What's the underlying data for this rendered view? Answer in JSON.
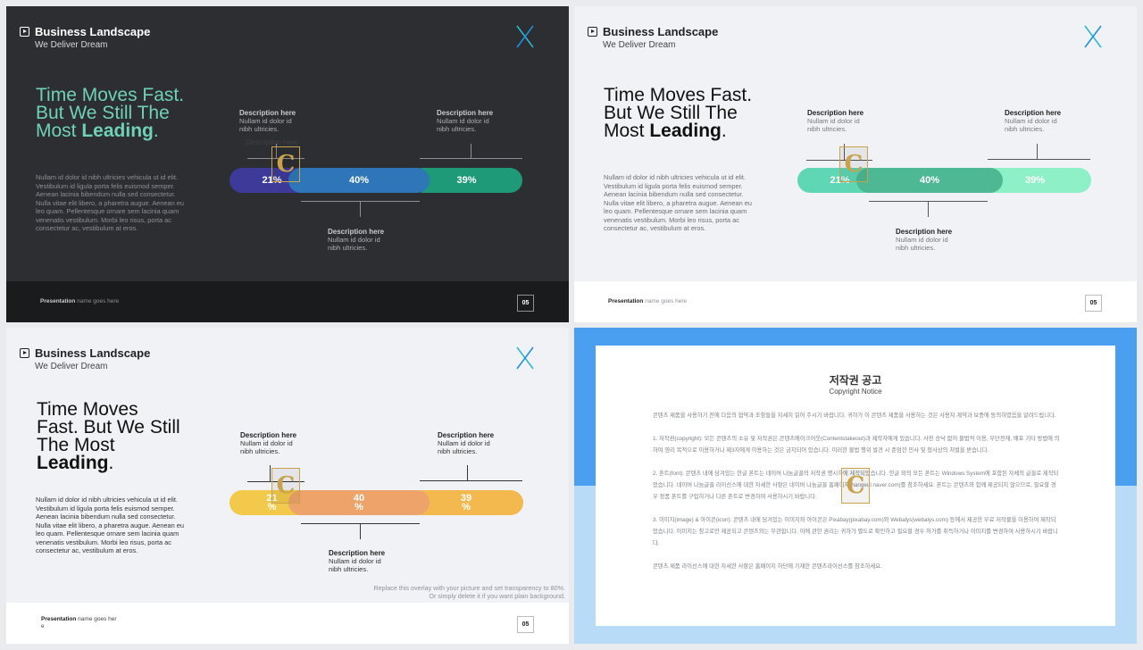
{
  "common": {
    "title": "Business Landscape",
    "subtitle": "We Deliver Dream",
    "headline_1": "Time Moves Fast.",
    "headline_2": "But We Still The",
    "headline_3": "Most ",
    "headline_bold": "Leading",
    "headline_end": ".",
    "paragraph": "Nullam id dolor id nibh ultricies vehicula ut id elit. Vestibulum id ligula porta felis euismod semper. Aenean lacinia bibendum nulla sed consectetur. Nulla vitae elit libero, a pharetra augue. Aenean eu leo quam. Pellentesque ornare sem lacinia quam venenatis vestibulum. Morbi leo risus, porta ac consectetur ac, vestibulum at eros.",
    "desc_title": "Description here",
    "desc_line_1": "Nullam id dolor id",
    "desc_line_2": "nibh ultricies.",
    "footer_bold": "Presentation",
    "footer_text": " name goes here",
    "page_number": "05",
    "logo_letter": "C"
  },
  "slide1": {
    "values": [
      "21%",
      "40%",
      "39%"
    ],
    "ghost_text": "Description here"
  },
  "slide2": {
    "values": [
      "21%",
      "40%",
      "39%"
    ]
  },
  "slide3": {
    "headline_1": "Time Moves",
    "headline_2": "Fast. But We Still",
    "headline_3": "The Most",
    "values": [
      "21\n%",
      "40\n%",
      "39\n%"
    ],
    "footer_text_1": " name goes her",
    "footer_text_2": "e",
    "overlay_line_1": "Replace this overlay with your picture and set transparency to 80%.",
    "overlay_line_2": "Or simply delete it if you want plain background."
  },
  "slide4": {
    "title": "저작권 공고",
    "subtitle": "Copyright Notice",
    "p1": "콘텐츠 제품을 사용하기 전에 다음의 협약과 조항들을 자세히 읽어 주시기 바랍니다. 귀하가 이 콘텐츠 제품을 사용하는 것은 사용자 계약과 보증에 동의하였음을 알려드립니다.",
    "p2": "1. 저작권(copyright): 모든 콘텐츠의 소유 및 저작권은 콘텐츠에이크어웃(Contentstakeout)과 제작자에게 있습니다. 사전 승낙 없이 불법적 이용, 무단전재, 배포 기타 방법에 의하여 영리 목적으로 이용하거나 제3자에게 이용하는 것은 금지되어 있습니다. 이러한 불법 행위 발견 시 준엄한 민사 및 형사상의 처벌을 받습니다.",
    "p3": "2. 폰트(font): 콘텐츠 내에 담겨있는 한글 폰트는 네이버 나눔글꼴의 저작권 명시하에 제작되었습니다. 한글 외의 모든 폰트는 Windows System에 포함된 자체의 글꼴로 제작되었습니다. 네이버 나눔글꼴 라이선스에 대한 자세한 사항은 네이버 나눔글꼴 홈페이지(hangeul.naver.com)를 참조하세요. 폰트는 콘텐츠와 함께 제공되지 않으므로, 필요할 경우 정품 폰트를 구입하거나 다른 폰트로 변경하여 사용하시기 바랍니다.",
    "p4": "3. 이미지(image) & 아이콘(icon): 콘텐츠 내에 담겨있는 이미지와 아이콘은 Pixabay(pixabay.com)와 Webalys(webalys.com) 등에서 제공한 무료 저작물을 이용하여 제작되었습니다. 이미지는 참고로만 제공되고 콘텐츠와는 무관합니다. 이에 관한 권리는 귀하가 별도로 확인하고 필요할 경우 허가를 취득하거나 이미지를 변경하여 사용하시기 바랍니다.",
    "p5": "콘텐츠 제품 라이선스에 대한 자세한 사항은 홈페이지 하단에 기재한 콘텐츠라이선스를 참조하세요."
  },
  "colors": {
    "teal_text": "#6fd1b7",
    "dark_bg": "#2c2e31",
    "footer_dark": "#1a1b1d",
    "light_bg": "#f1f2f5",
    "blue_band": "#4a9ff0",
    "light_blue": "#b8dcf7"
  },
  "icons": [
    "play-icon",
    "x-brand-icon"
  ]
}
